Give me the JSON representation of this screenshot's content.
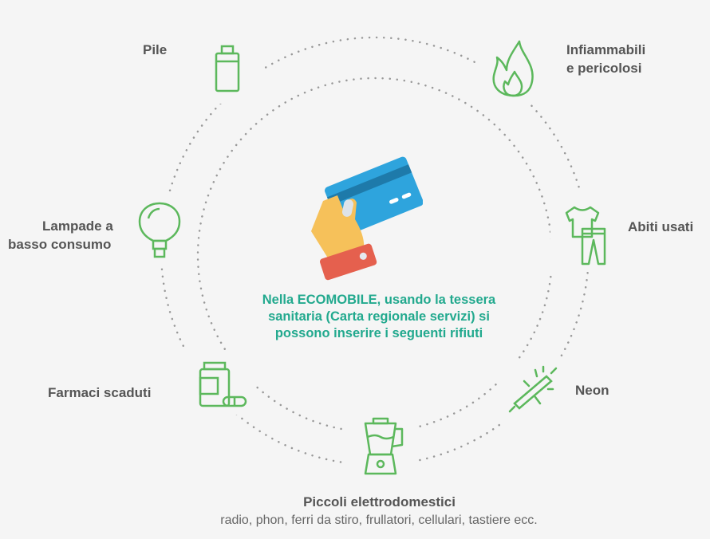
{
  "center": {
    "line1": "Nella ECOMOBILE, usando la tessera",
    "line2": "sanitaria (Carta regionale servizi) si",
    "line3": "possono inserire i seguenti rifiuti"
  },
  "items": {
    "pile": "Pile",
    "infiammabili_1": "Infiammabili",
    "infiammabili_2": "e pericolosi",
    "lampade_1": "Lampade a",
    "lampade_2": "basso consumo",
    "abiti": "Abiti usati",
    "farmaci": "Farmaci scaduti",
    "neon": "Neon",
    "piccoli": "Piccoli elettrodomestici",
    "piccoli_sub": "radio, phon, ferri da stiro, frullatori, cellulari, tastiere ecc."
  },
  "colors": {
    "icon": "#5cb85c",
    "accent": "#22a98e",
    "text": "#555555"
  }
}
